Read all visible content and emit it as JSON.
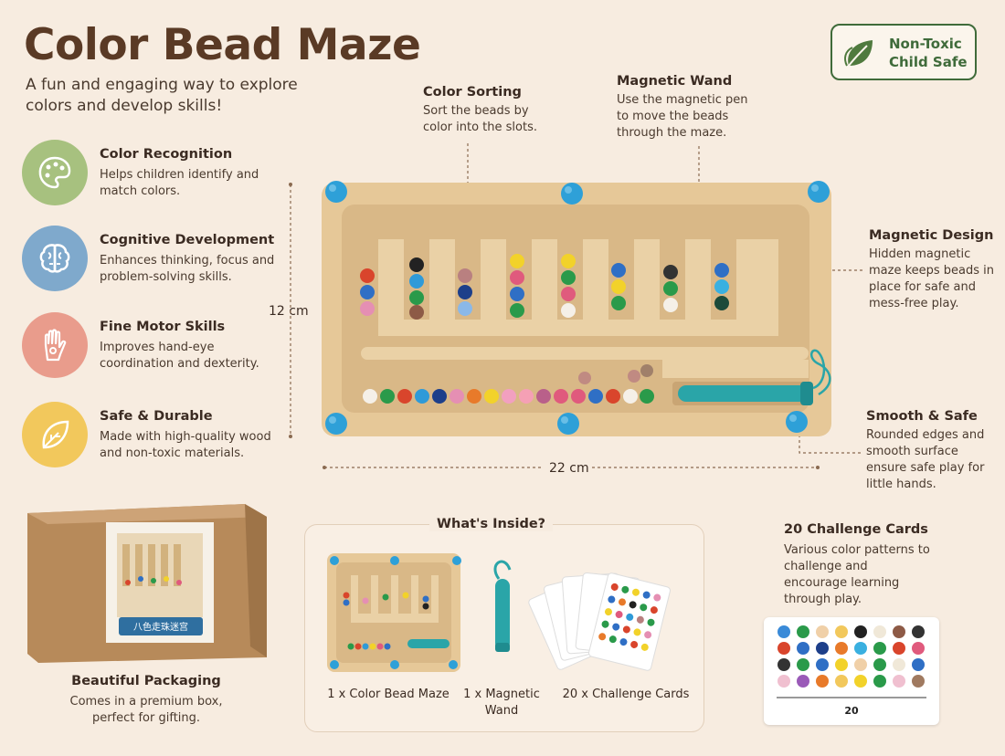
{
  "header": {
    "title": "Color Bead Maze",
    "subtitle": "A fun and engaging way to explore colors and develop skills!"
  },
  "badge": {
    "line1": "Non-Toxic",
    "line2": "Child Safe"
  },
  "features": [
    {
      "title": "Color Recognition",
      "desc": "Helps children identify and match colors.",
      "color": "#a7c17f",
      "icon": "palette-icon"
    },
    {
      "title": "Cognitive Development",
      "desc": "Enhances thinking, focus and problem-solving skills.",
      "color": "#7fa9cc",
      "icon": "brain-icon"
    },
    {
      "title": "Fine Motor Skills",
      "desc": "Improves hand-eye coordination and dexterity.",
      "color": "#e99c8c",
      "icon": "hand-icon"
    },
    {
      "title": "Safe & Durable",
      "desc": "Made with high-quality wood and non-toxic materials.",
      "color": "#f2c85c",
      "icon": "leaf-icon"
    }
  ],
  "callouts": {
    "color_sorting": {
      "title": "Color Sorting",
      "desc": "Sort the beads by color into the slots."
    },
    "magnetic_wand": {
      "title": "Magnetic Wand",
      "desc": "Use the magnetic pen to move the beads through the maze."
    },
    "magnetic_design": {
      "title": "Magnetic Design",
      "desc": "Hidden magnetic maze keeps beads in place for safe and mess-free play."
    },
    "smooth_safe": {
      "title": "Smooth & Safe",
      "desc": "Rounded edges and smooth surface ensure safe play for little hands."
    }
  },
  "dimensions": {
    "height": "12 cm",
    "width": "22 cm"
  },
  "packaging": {
    "title": "Beautiful Packaging",
    "desc": "Comes in a premium box, perfect for gifting.",
    "box_label": "八色走珠迷宫"
  },
  "inside": {
    "title": "What's Inside?",
    "items": [
      "1 x Color Bead Maze",
      "1 x Magnetic Wand",
      "20 x Challenge Cards"
    ]
  },
  "cards": {
    "title": "20 Challenge Cards",
    "desc": "Various color patterns to challenge and encourage learning through play.",
    "number": "20"
  },
  "colors": {
    "title": "#5a3a25",
    "badge": "#3f6b3a",
    "wood": "#e6c898",
    "wood_dark": "#d4b07c",
    "peg": "#2ea0d8",
    "wand": "#2aa5a8"
  }
}
